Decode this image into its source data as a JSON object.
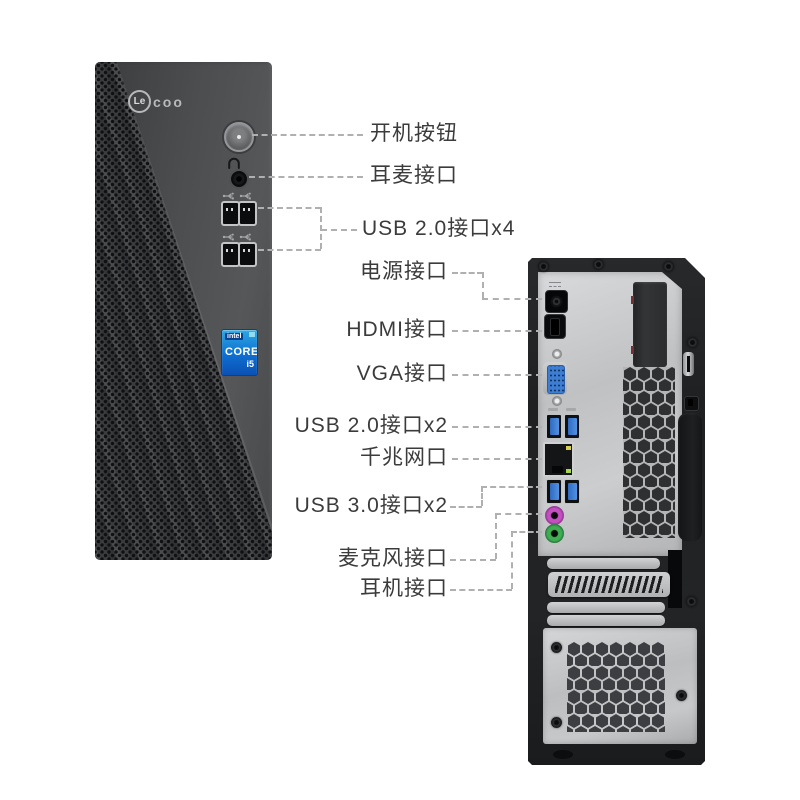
{
  "product": {
    "brand_logo": {
      "circle_text": "Le",
      "rest": "coo"
    },
    "cpu_badge": {
      "maker": "intel",
      "line": "CORE",
      "tier": "i5"
    }
  },
  "callouts": {
    "front": [
      {
        "id": "power-button",
        "text": "开机按钮"
      },
      {
        "id": "headset-jack",
        "text": "耳麦接口"
      },
      {
        "id": "usb2-x4",
        "text": "USB 2.0接口x4"
      }
    ],
    "rear": [
      {
        "id": "power-port",
        "text": "电源接口"
      },
      {
        "id": "hdmi-port",
        "text": "HDMI接口"
      },
      {
        "id": "vga-port",
        "text": "VGA接口"
      },
      {
        "id": "usb2-x2",
        "text": "USB 2.0接口x2"
      },
      {
        "id": "ethernet-port",
        "text": "千兆网口"
      },
      {
        "id": "usb3-x2",
        "text": "USB 3.0接口x2"
      },
      {
        "id": "mic-jack",
        "text": "麦克风接口"
      },
      {
        "id": "headphone-jack",
        "text": "耳机接口"
      }
    ]
  },
  "icons": {
    "headset_icon": "headphones-arc",
    "usb_trident_icon": "usb-trident",
    "power_icon": "round-button-dot"
  },
  "colors": {
    "label_text": "#3b3b3b",
    "dash_line": "#b0b0b0",
    "tower_dark": "#3c3e40",
    "rear_bezel": "#202224",
    "io_plate_silver": "#c6c7c9",
    "vga_blue": "#3d7dd2",
    "usb_tongue_blue": "#4183d6",
    "mic_pink": "#c44fc0",
    "headphone_green": "#3fae52",
    "badge_blue": "#0e6fd0",
    "eth_led_yellow": "#d6cf52",
    "eth_led_green": "#a8d44e"
  }
}
